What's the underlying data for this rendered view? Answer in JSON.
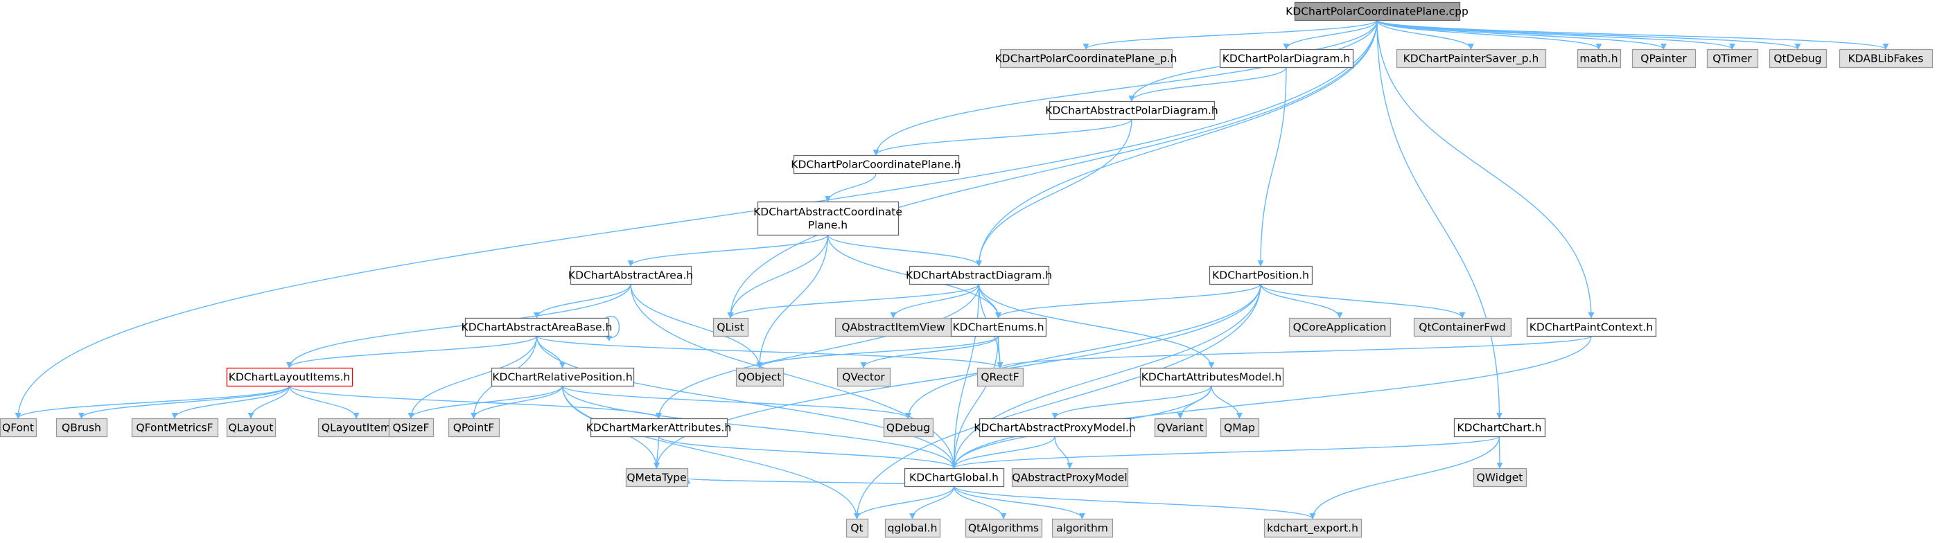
{
  "colors": {
    "root_fill": "#9e9e9e",
    "header_fill": "#ffffff",
    "external_fill": "#e0e0e0",
    "border": "#666666",
    "external_border": "#999999",
    "highlight_border": "#ff0000",
    "edge": "#63b8ff"
  },
  "nodes": [
    {
      "id": "root",
      "label": "KDChartPolarCoordinatePlane.cpp",
      "kind": "root",
      "interactive": true
    },
    {
      "id": "cpp_p",
      "label": "KDChartPolarCoordinatePlane_p.h",
      "kind": "external",
      "interactive": false
    },
    {
      "id": "polardiag",
      "label": "KDChartPolarDiagram.h",
      "kind": "header",
      "interactive": true
    },
    {
      "id": "saver",
      "label": "KDChartPainterSaver_p.h",
      "kind": "external",
      "interactive": false
    },
    {
      "id": "math",
      "label": "math.h",
      "kind": "external",
      "interactive": false
    },
    {
      "id": "qpainter",
      "label": "QPainter",
      "kind": "external",
      "interactive": false
    },
    {
      "id": "qtimer",
      "label": "QTimer",
      "kind": "external",
      "interactive": false
    },
    {
      "id": "qtdebug",
      "label": "QtDebug",
      "kind": "external",
      "interactive": false
    },
    {
      "id": "kdab",
      "label": "KDABLibFakes",
      "kind": "external",
      "interactive": false
    },
    {
      "id": "abspolar",
      "label": "KDChartAbstractPolarDiagram.h",
      "kind": "header",
      "interactive": true
    },
    {
      "id": "polarplane",
      "label": "KDChartPolarCoordinatePlane.h",
      "kind": "header",
      "interactive": true
    },
    {
      "id": "abscoord",
      "label": "KDChartAbstractCoordinate\nPlane.h",
      "kind": "header",
      "interactive": true
    },
    {
      "id": "absarea",
      "label": "KDChartAbstractArea.h",
      "kind": "header",
      "interactive": true
    },
    {
      "id": "absdiag",
      "label": "KDChartAbstractDiagram.h",
      "kind": "header",
      "interactive": true
    },
    {
      "id": "position",
      "label": "KDChartPosition.h",
      "kind": "header",
      "interactive": true
    },
    {
      "id": "qlist",
      "label": "QList",
      "kind": "external",
      "interactive": false
    },
    {
      "id": "qaiv",
      "label": "QAbstractItemView",
      "kind": "external",
      "interactive": false
    },
    {
      "id": "qcoreapp",
      "label": "QCoreApplication",
      "kind": "external",
      "interactive": false
    },
    {
      "id": "qtcontfwd",
      "label": "QtContainerFwd",
      "kind": "external",
      "interactive": false
    },
    {
      "id": "paintctx",
      "label": "KDChartPaintContext.h",
      "kind": "header",
      "interactive": true
    },
    {
      "id": "areabase",
      "label": "KDChartAbstractAreaBase.h",
      "kind": "header",
      "interactive": true
    },
    {
      "id": "enums",
      "label": "KDChartEnums.h",
      "kind": "header",
      "interactive": true
    },
    {
      "id": "qobject",
      "label": "QObject",
      "kind": "external",
      "interactive": false
    },
    {
      "id": "qvector",
      "label": "QVector",
      "kind": "external",
      "interactive": false
    },
    {
      "id": "qrectf",
      "label": "QRectF",
      "kind": "external",
      "interactive": false
    },
    {
      "id": "attrmodel",
      "label": "KDChartAttributesModel.h",
      "kind": "header",
      "interactive": true
    },
    {
      "id": "layoutitems",
      "label": "KDChartLayoutItems.h",
      "kind": "highlight",
      "interactive": true
    },
    {
      "id": "relpos",
      "label": "KDChartRelativePosition.h",
      "kind": "header",
      "interactive": true
    },
    {
      "id": "qfont",
      "label": "QFont",
      "kind": "external",
      "interactive": false
    },
    {
      "id": "qbrush",
      "label": "QBrush",
      "kind": "external",
      "interactive": false
    },
    {
      "id": "qfmf",
      "label": "QFontMetricsF",
      "kind": "external",
      "interactive": false
    },
    {
      "id": "qlayout",
      "label": "QLayout",
      "kind": "external",
      "interactive": false
    },
    {
      "id": "qlayoutitem",
      "label": "QLayoutItem",
      "kind": "external",
      "interactive": false
    },
    {
      "id": "qsizef",
      "label": "QSizeF",
      "kind": "external",
      "interactive": false
    },
    {
      "id": "qpointf",
      "label": "QPointF",
      "kind": "external",
      "interactive": false
    },
    {
      "id": "markerattr",
      "label": "KDChartMarkerAttributes.h",
      "kind": "header",
      "interactive": true
    },
    {
      "id": "qdebug",
      "label": "QDebug",
      "kind": "external",
      "interactive": false
    },
    {
      "id": "qvariant",
      "label": "QVariant",
      "kind": "external",
      "interactive": false
    },
    {
      "id": "qmap",
      "label": "QMap",
      "kind": "external",
      "interactive": false
    },
    {
      "id": "absproxy",
      "label": "KDChartAbstractProxyModel.h",
      "kind": "header",
      "interactive": true
    },
    {
      "id": "chart",
      "label": "KDChartChart.h",
      "kind": "header",
      "interactive": true
    },
    {
      "id": "qwidget",
      "label": "QWidget",
      "kind": "external",
      "interactive": false
    },
    {
      "id": "qmetatype",
      "label": "QMetaType",
      "kind": "external",
      "interactive": false
    },
    {
      "id": "global",
      "label": "KDChartGlobal.h",
      "kind": "header",
      "interactive": true
    },
    {
      "id": "qapm",
      "label": "QAbstractProxyModel",
      "kind": "external",
      "interactive": false
    },
    {
      "id": "qt",
      "label": "Qt",
      "kind": "external",
      "interactive": false
    },
    {
      "id": "qglobal",
      "label": "qglobal.h",
      "kind": "external",
      "interactive": false
    },
    {
      "id": "qtalg",
      "label": "QtAlgorithms",
      "kind": "external",
      "interactive": false
    },
    {
      "id": "algorithm",
      "label": "algorithm",
      "kind": "external",
      "interactive": false
    },
    {
      "id": "kdexport",
      "label": "kdchart_export.h",
      "kind": "external",
      "interactive": false
    }
  ],
  "edges": [
    [
      "root",
      "cpp_p"
    ],
    [
      "root",
      "polardiag"
    ],
    [
      "root",
      "saver"
    ],
    [
      "root",
      "math"
    ],
    [
      "root",
      "qpainter"
    ],
    [
      "root",
      "qtimer"
    ],
    [
      "root",
      "qtdebug"
    ],
    [
      "root",
      "kdab"
    ],
    [
      "root",
      "abspolar"
    ],
    [
      "root",
      "polarplane"
    ],
    [
      "root",
      "absdiag"
    ],
    [
      "root",
      "qlist"
    ],
    [
      "root",
      "qfont"
    ],
    [
      "root",
      "paintctx"
    ],
    [
      "root",
      "chart"
    ],
    [
      "polardiag",
      "abspolar"
    ],
    [
      "polardiag",
      "position"
    ],
    [
      "abspolar",
      "polarplane"
    ],
    [
      "abspolar",
      "absdiag"
    ],
    [
      "polarplane",
      "abscoord"
    ],
    [
      "abscoord",
      "absarea"
    ],
    [
      "abscoord",
      "absdiag"
    ],
    [
      "abscoord",
      "qlist"
    ],
    [
      "abscoord",
      "qobject"
    ],
    [
      "abscoord",
      "enums"
    ],
    [
      "absarea",
      "areabase"
    ],
    [
      "absarea",
      "layoutitems"
    ],
    [
      "absarea",
      "qobject"
    ],
    [
      "absarea",
      "global"
    ],
    [
      "absdiag",
      "qlist"
    ],
    [
      "absdiag",
      "qaiv"
    ],
    [
      "absdiag",
      "enums"
    ],
    [
      "absdiag",
      "qrectf"
    ],
    [
      "absdiag",
      "attrmodel"
    ],
    [
      "absdiag",
      "markerattr"
    ],
    [
      "absdiag",
      "global"
    ],
    [
      "position",
      "enums"
    ],
    [
      "position",
      "qcoreapp"
    ],
    [
      "position",
      "qtcontfwd"
    ],
    [
      "position",
      "qdebug"
    ],
    [
      "position",
      "qmetatype"
    ],
    [
      "position",
      "global"
    ],
    [
      "position",
      "qt"
    ],
    [
      "paintctx",
      "qrectf"
    ],
    [
      "paintctx",
      "global"
    ],
    [
      "areabase",
      "areabase"
    ],
    [
      "areabase",
      "qrectf"
    ],
    [
      "areabase",
      "layoutitems"
    ],
    [
      "areabase",
      "relpos"
    ],
    [
      "areabase",
      "qsizef"
    ],
    [
      "areabase",
      "qpointf"
    ],
    [
      "areabase",
      "global"
    ],
    [
      "enums",
      "qobject"
    ],
    [
      "enums",
      "qvector"
    ],
    [
      "enums",
      "qrectf"
    ],
    [
      "enums",
      "global"
    ],
    [
      "attrmodel",
      "absproxy"
    ],
    [
      "attrmodel",
      "qvariant"
    ],
    [
      "attrmodel",
      "qmap"
    ],
    [
      "attrmodel",
      "global"
    ],
    [
      "layoutitems",
      "qfont"
    ],
    [
      "layoutitems",
      "qbrush"
    ],
    [
      "layoutitems",
      "qfmf"
    ],
    [
      "layoutitems",
      "qlayout"
    ],
    [
      "layoutitems",
      "qlayoutitem"
    ],
    [
      "layoutitems",
      "markerattr"
    ],
    [
      "relpos",
      "qsizef"
    ],
    [
      "relpos",
      "qpointf"
    ],
    [
      "relpos",
      "qdebug"
    ],
    [
      "relpos",
      "qmetatype"
    ],
    [
      "relpos",
      "global"
    ],
    [
      "relpos",
      "qt"
    ],
    [
      "markerattr",
      "qmetatype"
    ],
    [
      "markerattr",
      "global"
    ],
    [
      "absproxy",
      "qapm"
    ],
    [
      "absproxy",
      "global"
    ],
    [
      "chart",
      "qwidget"
    ],
    [
      "chart",
      "global"
    ],
    [
      "chart",
      "kdexport"
    ],
    [
      "global",
      "qt"
    ],
    [
      "global",
      "qglobal"
    ],
    [
      "global",
      "qtalg"
    ],
    [
      "global",
      "algorithm"
    ],
    [
      "global",
      "kdexport"
    ],
    [
      "global",
      "qmetatype"
    ]
  ]
}
